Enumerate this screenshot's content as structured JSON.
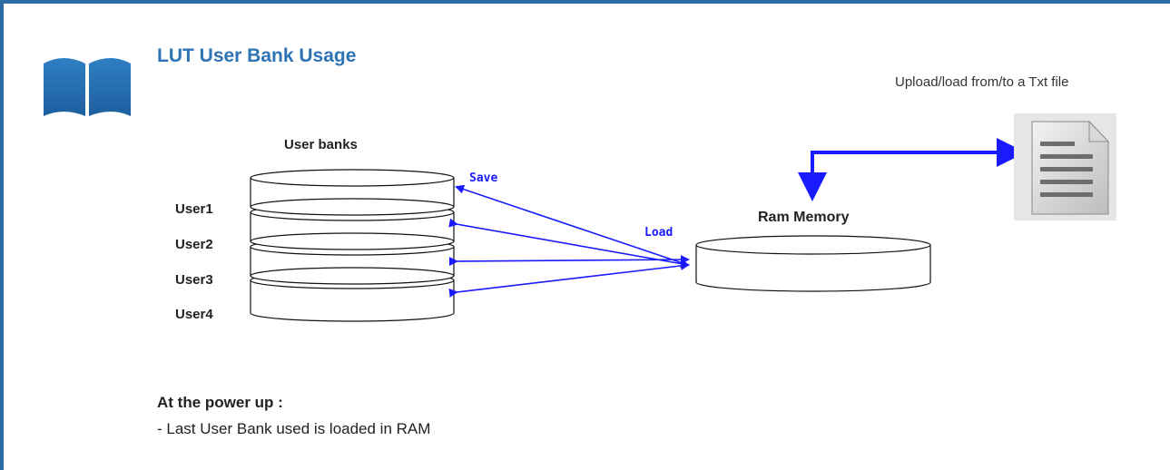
{
  "slide": {
    "title": "LUT User Bank Usage",
    "icon": "open-book-icon",
    "accent_color": "#2b6aa4"
  },
  "diagram": {
    "user_banks_label": "User banks",
    "users": [
      "User1",
      "User2",
      "User3",
      "User4"
    ],
    "ram_label": "Ram Memory",
    "save_label": "Save",
    "load_label": "Load",
    "upload_note": "Upload/load from/to a Txt file",
    "file_icon": "text-file-icon",
    "arrow_color": "#1a1aff"
  },
  "notes": {
    "heading": "At the power up :",
    "line": "- Last User Bank used is loaded in RAM"
  }
}
